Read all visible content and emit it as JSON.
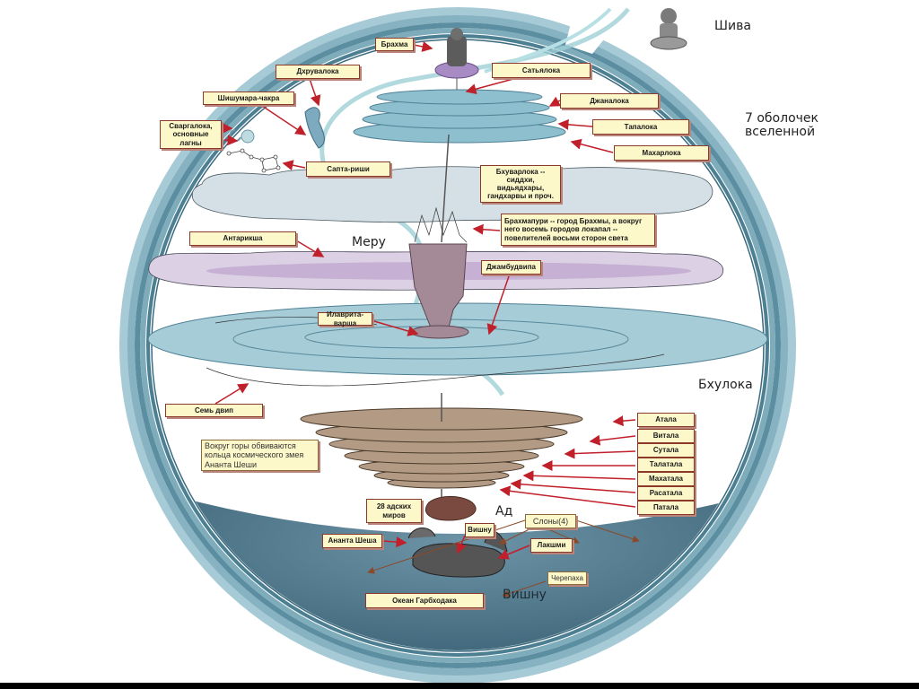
{
  "title_labels": {
    "shiva": "Шива",
    "shells": "7 оболочек вселенной",
    "meru": "Меру",
    "bhuloka": "Бхулока",
    "ad": "Ад",
    "vishnu_big": "Вишну"
  },
  "upper_labels": {
    "brahma": "Брахма",
    "dhruvaloka": "Дхрувалока",
    "satyaloka": "Сатьялока",
    "shishumara": "Шишумара-чакра",
    "janaloka": "Джаналока",
    "svargaloka": "Сваргалока, основные лагны",
    "tapaloka": "Тапалока",
    "maharloka": "Махарлока",
    "saptarishi": "Сапта-риши",
    "bhuvarloka": "Бхуварлока -- сиддхи, видьядхары, гандхарвы и проч.",
    "brahmapuri": "Брахмапури -- город Брахмы, а вокруг него восемь городов локапал -- повелителей восьми сторон света",
    "antariksha": "Антарикша",
    "jambudvipa": "Джамбудвипа",
    "ilavrita": "Илаврита-варша",
    "seven_dvipa": "Семь двип",
    "ananta_note": "Вокруг горы обвиваются кольца космического змея Ананта Шеши"
  },
  "netherworlds": [
    "Атала",
    "Витала",
    "Сутала",
    "Талатала",
    "Махатала",
    "Расатала",
    "Патала"
  ],
  "lower_labels": {
    "hells": "28 адских миров",
    "ananta_shesha": "Ананта Шеша",
    "vishnu": "Вишну",
    "elephants": "Слоны(4)",
    "lakshmi": "Лакшми",
    "turtle": "Черепаха",
    "ocean": "Океан Гарбходака"
  },
  "colors": {
    "ring": "#7fa9b8",
    "ring_dark": "#4d7f92",
    "ocean": "#3d6478",
    "disk": "#8fbccb",
    "cloud": "#d5e0e6",
    "antariksha": "#dcd0e4",
    "netherworld": "#b39a84",
    "label_bg": "#fdf8c9",
    "arrow": "#c0202a"
  }
}
